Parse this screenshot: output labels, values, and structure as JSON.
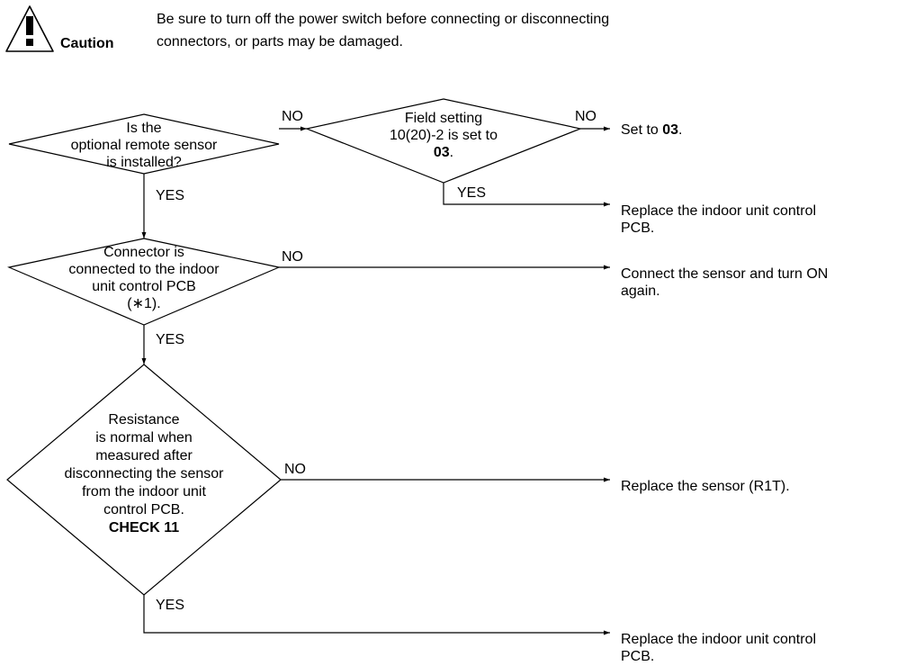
{
  "caution": {
    "label": "Caution",
    "message_line1": "Be sure to turn off the power switch before connecting or disconnecting",
    "message_line2": "connectors, or parts may be damaged."
  },
  "decisions": {
    "d1": {
      "lines": [
        "Is the",
        "optional remote sensor",
        "is installed?"
      ]
    },
    "d2": {
      "lines": [
        "Field setting",
        "10(20)-2 is set to"
      ],
      "bold_value": "03",
      "bold_suffix": "."
    },
    "d3": {
      "lines": [
        "Connector is",
        "connected to the indoor",
        "unit control PCB",
        "(∗1)."
      ]
    },
    "d4": {
      "lines": [
        "Resistance",
        "is normal when",
        "measured after",
        "disconnecting the sensor",
        "from the indoor unit",
        "control PCB."
      ],
      "check": "CHECK 11"
    }
  },
  "branch_labels": {
    "no": "NO",
    "yes": "YES"
  },
  "actions": {
    "set_to": {
      "prefix": "Set to ",
      "bold": "03",
      "suffix": "."
    },
    "replace_pcb_1": {
      "lines": [
        "Replace the indoor unit control",
        "PCB."
      ]
    },
    "connect_sensor": {
      "lines": [
        "Connect the sensor and turn ON",
        "again."
      ]
    },
    "replace_sensor": {
      "lines": [
        "Replace the sensor (R1T)."
      ]
    },
    "replace_pcb_2": {
      "lines": [
        "Replace the indoor unit control",
        "PCB."
      ]
    }
  }
}
